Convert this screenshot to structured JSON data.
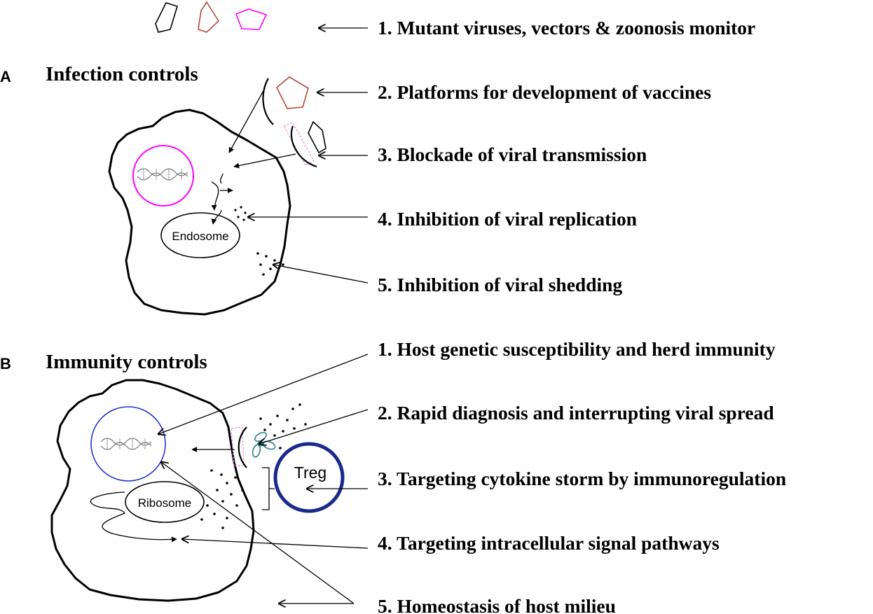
{
  "colors": {
    "virus_black": "#000000",
    "virus_brown": "#b5473b",
    "virus_magenta": "#ff00ff",
    "nucleus_a": "#ff00ff",
    "nucleus_b": "#2233cc",
    "treg_ring": "#1a2a8c",
    "receptor_teal": "#2a7f8f",
    "receptor_pink": "#e88ad6"
  },
  "top": {
    "item1": "1. Mutant viruses, vectors & zoonosis monitor"
  },
  "panel_a": {
    "letter": "A",
    "title": "Infection controls",
    "organelle": "Endosome",
    "items": [
      "2. Platforms for development  of vaccines",
      "3. Blockade of viral transmission",
      "4. Inhibition  of viral replication",
      "5. Inhibition  of viral shedding"
    ]
  },
  "panel_b": {
    "letter": "B",
    "title": "Immunity controls",
    "organelle": "Ribosome",
    "treg_label": "Treg",
    "items": [
      "1. Host genetic susceptibility  and herd immunity",
      "2. Rapid diagnosis and interrupting  viral spread",
      "3. Targeting cytokine storm by immunoregulation",
      "4. Targeting intracellular  signal pathways",
      "5. Homeostasis of host milieu"
    ]
  }
}
